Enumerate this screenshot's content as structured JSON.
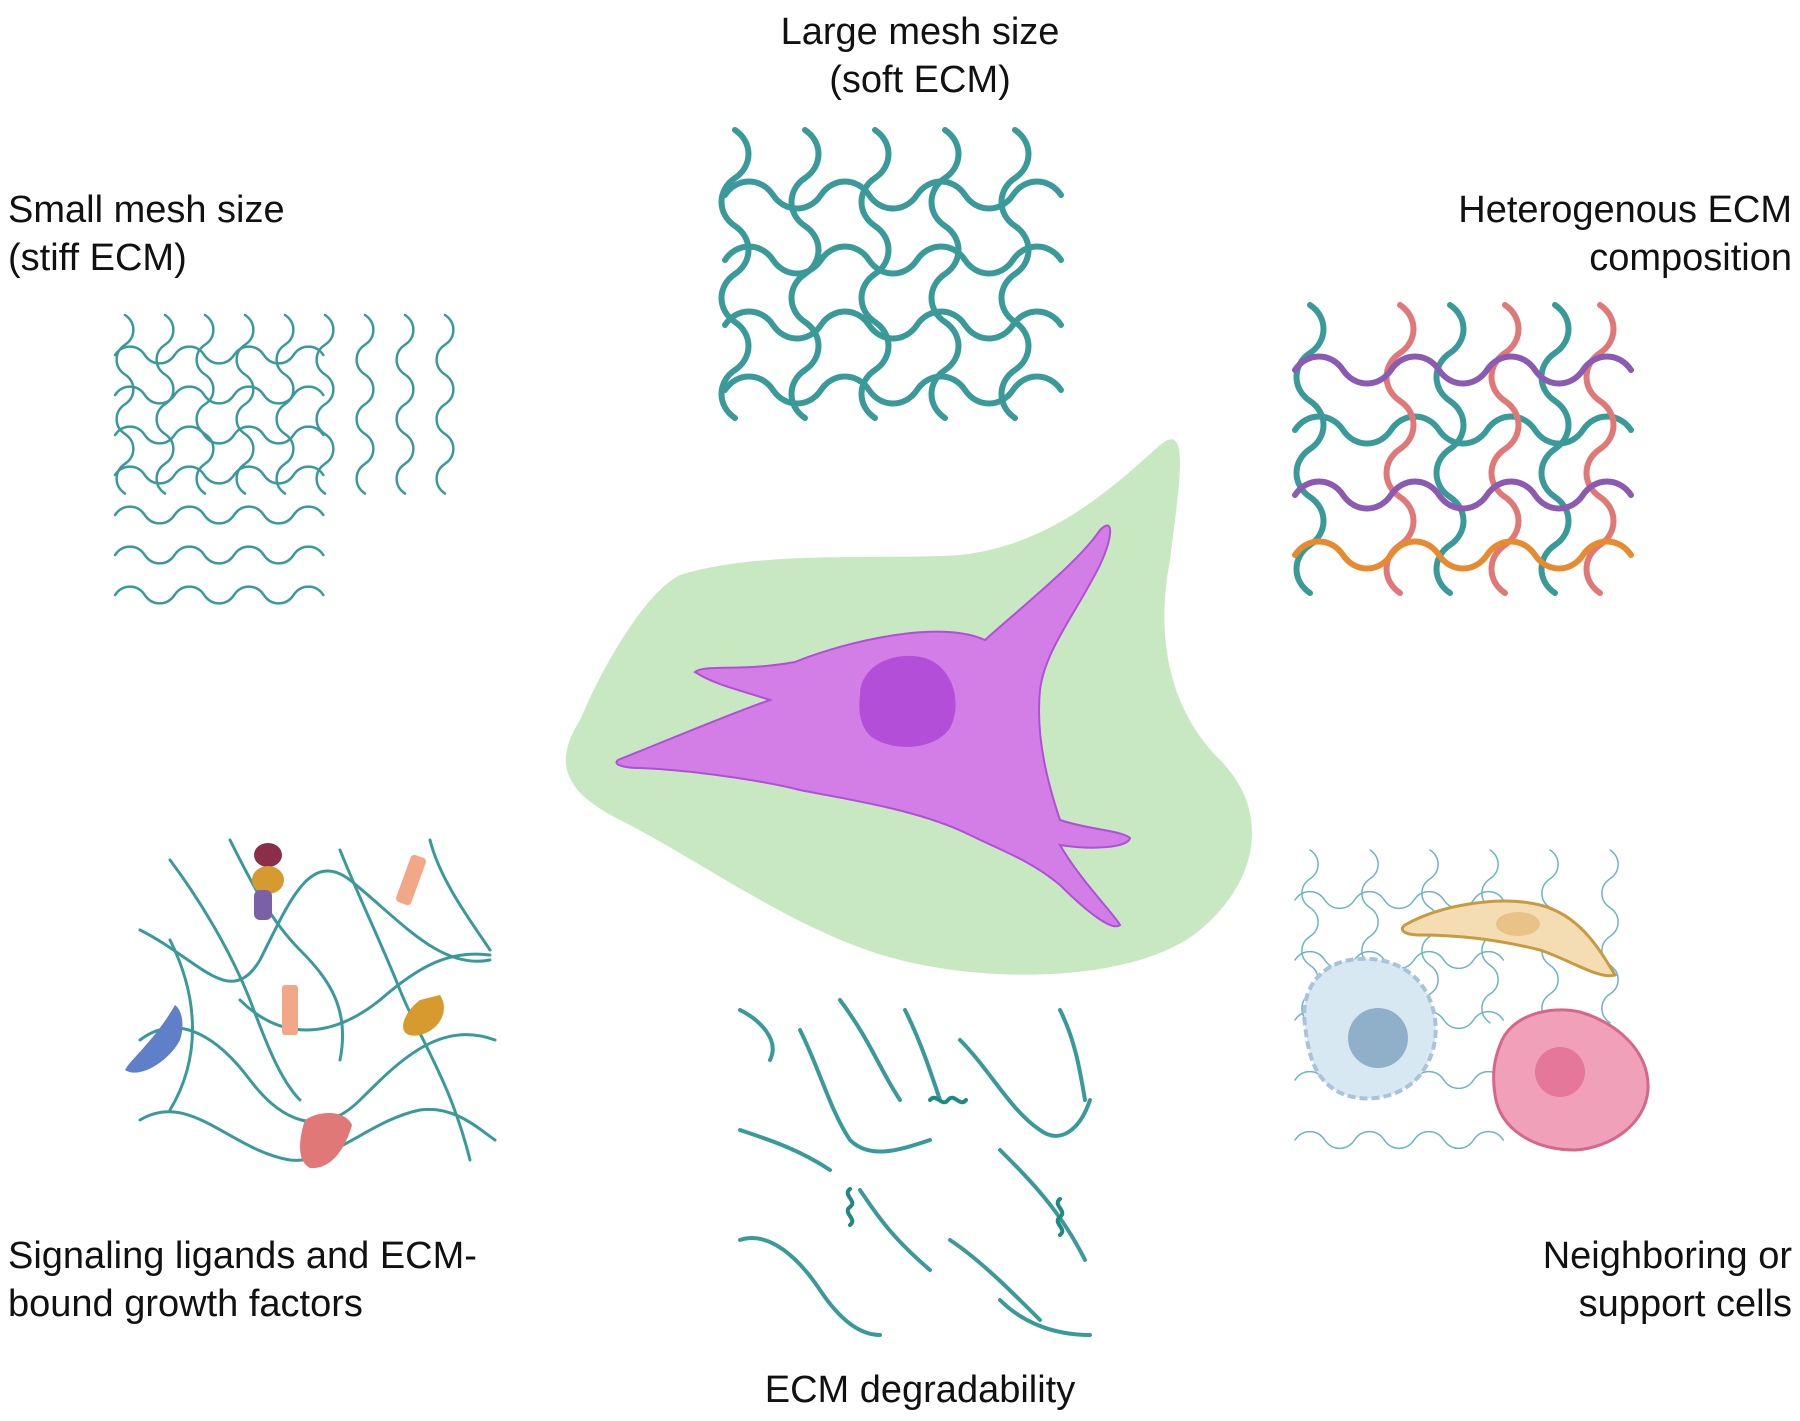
{
  "labels": {
    "large_mesh": {
      "line1": "Large mesh size",
      "line2": "(soft ECM)"
    },
    "small_mesh": {
      "line1": "Small mesh size",
      "line2": "(stiff ECM)"
    },
    "heterogenous": {
      "line1": "Heterogenous ECM",
      "line2": "composition"
    },
    "signaling": {
      "line1": "Signaling ligands and ECM-",
      "line2": "bound growth factors"
    },
    "degradability": {
      "line1": "ECM degradability"
    },
    "neighboring": {
      "line1": "Neighboring or",
      "line2": "support cells"
    }
  },
  "colors": {
    "fiber": "#3a9a9a",
    "fiber_thin": "#6db6c0",
    "cell_body": "#d27ee6",
    "nucleus": "#b24ed8",
    "halo": "#c8e8c2",
    "pink_fiber": "#e07878",
    "purple_fiber": "#8a5bb0",
    "orange_fiber": "#e88a2e"
  },
  "icons": [
    "central-cell-icon",
    "mesh-icon",
    "fragment-icon",
    "immune-cell-icon",
    "fibroblast-icon",
    "pink-cell-icon",
    "ligand-icon"
  ]
}
